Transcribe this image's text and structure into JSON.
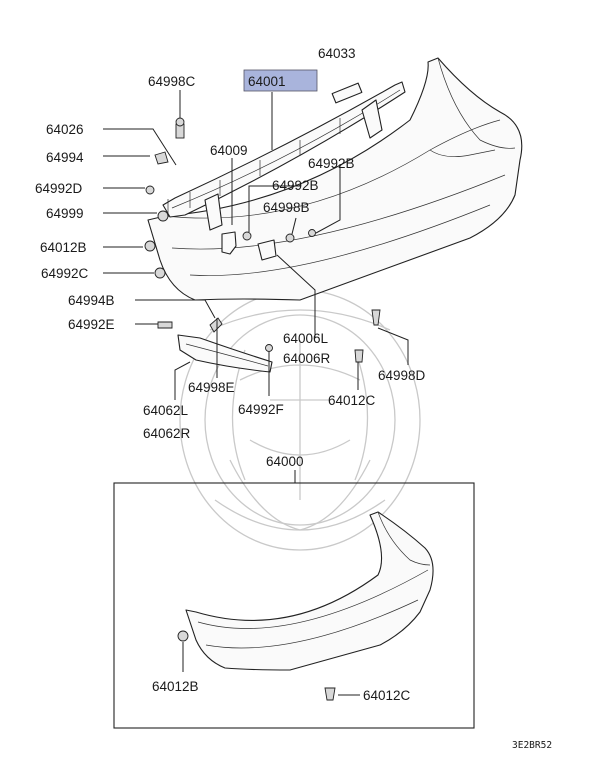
{
  "labels": {
    "p64033": "64033",
    "p64001": "64001",
    "p64998C": "64998C",
    "p64026": "64026",
    "p64994": "64994",
    "p64009": "64009",
    "p64992B_a": "64992B",
    "p64992D": "64992D",
    "p64992B_b": "64992B",
    "p64999": "64999",
    "p64998B": "64998B",
    "p64012B_a": "64012B",
    "p64992C": "64992C",
    "p64994B": "64994B",
    "p64992E": "64992E",
    "p64006L": "64006L",
    "p64006R": "64006R",
    "p64998D": "64998D",
    "p64998E": "64998E",
    "p64062L": "64062L",
    "p64062R": "64062R",
    "p64992F": "64992F",
    "p64012C_a": "64012C",
    "p64000": "64000",
    "p64012B_b": "64012B",
    "p64012C_b": "64012C"
  },
  "highlight_color": "#a9b4dc",
  "diagram_code": "3E2BR52"
}
